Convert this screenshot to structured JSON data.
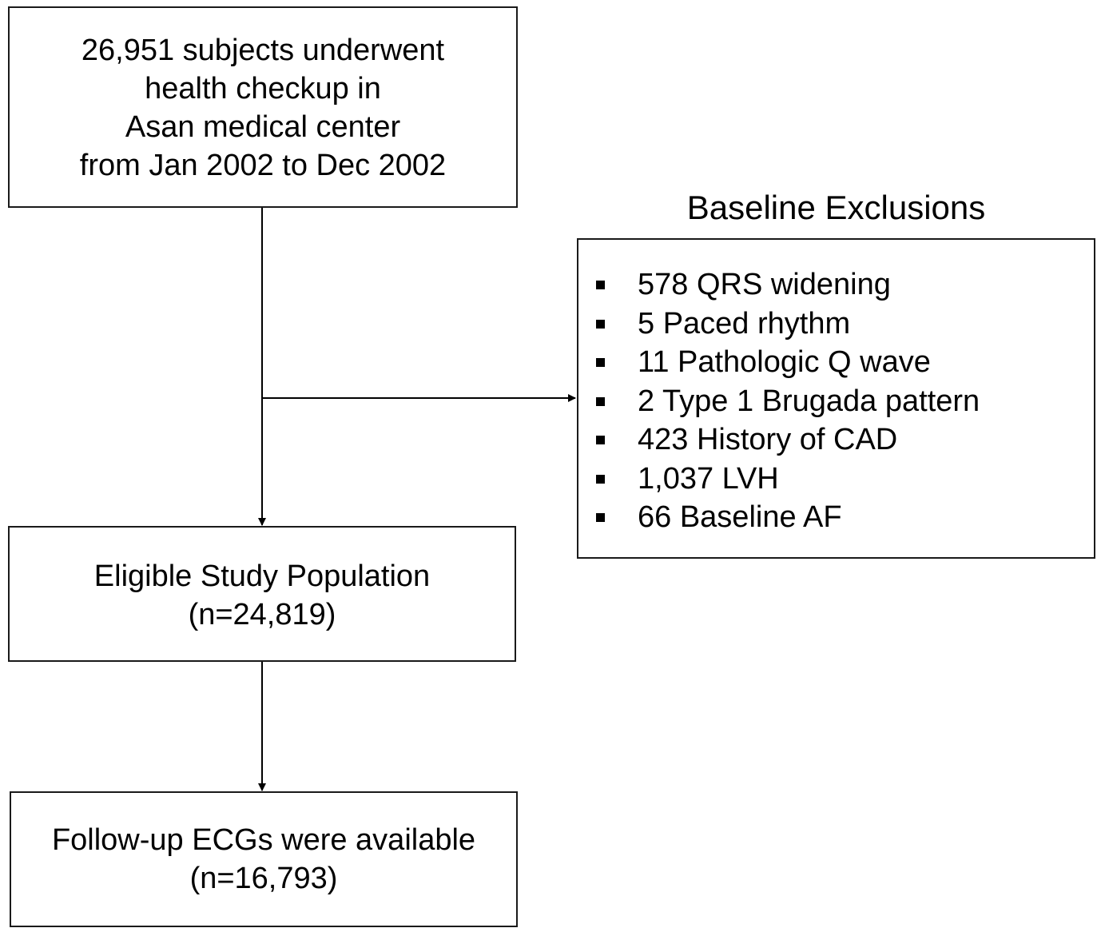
{
  "start_box": {
    "lines": [
      "26,951 subjects underwent",
      "health checkup in",
      "Asan medical center",
      "from Jan 2002 to Dec 2002"
    ]
  },
  "exclusions": {
    "title": "Baseline Exclusions",
    "items": [
      "578 QRS widening",
      "5 Paced rhythm",
      "11 Pathologic Q wave",
      "2 Type 1 Brugada pattern",
      "423 History of CAD",
      "1,037 LVH",
      "66 Baseline AF"
    ]
  },
  "eligible_box": {
    "lines": [
      "Eligible Study Population",
      "(n=24,819)"
    ]
  },
  "followup_box": {
    "lines": [
      "Follow-up ECGs were available",
      "(n=16,793)"
    ]
  }
}
